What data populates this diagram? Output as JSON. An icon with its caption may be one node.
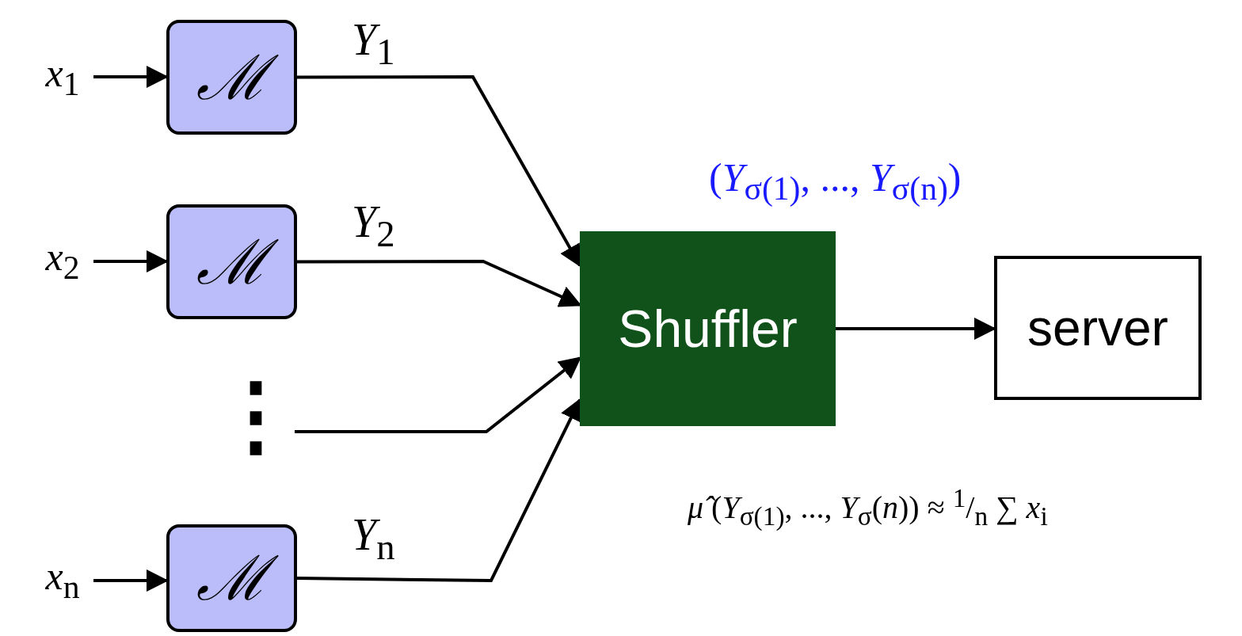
{
  "diagram": {
    "nodes": [
      {
        "text": [
          "*x*$_{1}$"
        ]
      },
      {
        "text": [
          "ℳ"
        ]
      },
      {
        "text": [
          "*x*$_{2}$"
        ]
      },
      {
        "text": [
          "ℳ"
        ]
      },
      {
        "text": [
          "*x*$_{n}$"
        ]
      },
      {
        "text": [
          "ℳ"
        ]
      },
      {
        "text": [
          "Shuffler"
        ],
        "beside": [
          "(*Y*$_{σ(1)}$, ..., *Y*$_{σ(n)}$)"
        ]
      },
      {
        "text": [
          "server"
        ]
      }
    ],
    "edges": [
      {
        "from": 0,
        "to": 1,
        "arrow": "to"
      },
      {
        "from": 2,
        "to": 3,
        "arrow": "to"
      },
      {
        "from": 4,
        "to": 5,
        "arrow": "to"
      },
      {
        "from": 1,
        "to": 6,
        "arrow": "to",
        "label": "*Y*$_{1}$"
      },
      {
        "from": 3,
        "to": 6,
        "arrow": "to",
        "label": "*Y*$_{2}$"
      },
      {
        "from": null,
        "to": 6,
        "arrow": "to"
      },
      {
        "from": 5,
        "to": 6,
        "arrow": "to",
        "label": "*Y*$_{n}$"
      },
      {
        "from": 6,
        "to": 7,
        "arrow": "to"
      }
    ],
    "labels": [
      "⋮",
      "*μ̂* (*Y*$_{σ(1)}$, ..., *Y*$_{σ}$(*n*)) ≈ $^{1}$/$_{n}$ ∑ *x*$_{i}$"
    ]
  }
}
